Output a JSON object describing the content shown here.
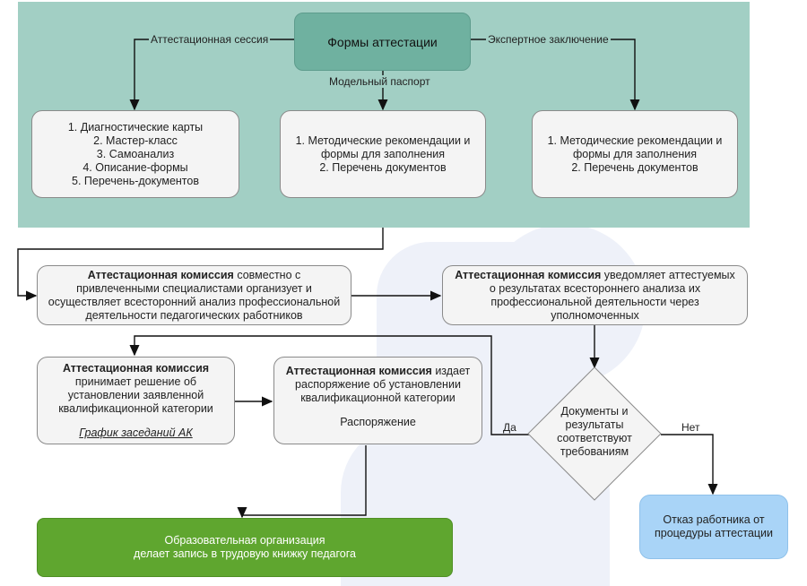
{
  "header": {
    "title": "Формы аттестации",
    "label_left": "Аттестационная сессия",
    "label_center": "Модельный паспорт",
    "label_right": "Экспертное заключение"
  },
  "top_boxes": {
    "left": [
      "1. Диагностические карты",
      "2. Мастер-класс",
      "3. Самоанализ",
      "4. Описание-формы",
      "5. Перечень-документов"
    ],
    "center": [
      "1. Методические рекомендации и",
      "формы для заполнения",
      "2. Перечень документов"
    ],
    "right": [
      "1. Методические рекомендации и",
      "формы для заполнения",
      "2. Перечень документов"
    ]
  },
  "analysis": {
    "bold": "Аттестационная комиссия",
    "line1": " совместно с",
    "line2": "привлеченными специалистами организует и",
    "line3": "осуществляет всесторонний анализ профессиональной",
    "line4": "деятельности педагогических работников"
  },
  "notify": {
    "bold": "Аттестационная комиссия",
    "line1": " уведомляет аттестуемых",
    "line2": "о результатах всестороннего анализа их",
    "line3": "профессиональной деятельности через",
    "line4": "уполномоченных"
  },
  "decision": {
    "bold": "Аттестационная комиссия",
    "line1": "принимает решение об",
    "line2": "установлении заявленной",
    "line3": "квалификационной категории",
    "link": "График заседаний АК"
  },
  "order": {
    "bold": "Аттестационная комиссия",
    "line1": " издает",
    "line2": "распоряжение об установлении",
    "line3": "квалификационной категории",
    "line4": "Распоряжение"
  },
  "diamond": {
    "line1": "Документы и",
    "line2": "результаты",
    "line3": "соответствуют",
    "line4": "требованиям",
    "yes": "Да",
    "no": "Нет"
  },
  "green_box": {
    "line1": "Образовательная организация",
    "line2": "делает запись в трудовую книжку педагога"
  },
  "blue_box": {
    "line1": "Отказ работника от",
    "line2": "процедуры аттестации"
  },
  "colors": {
    "panel": "#a2cfc4",
    "title_box": "#6fb1a0",
    "green": "#5fa62f",
    "blue": "#a9d4f7"
  }
}
